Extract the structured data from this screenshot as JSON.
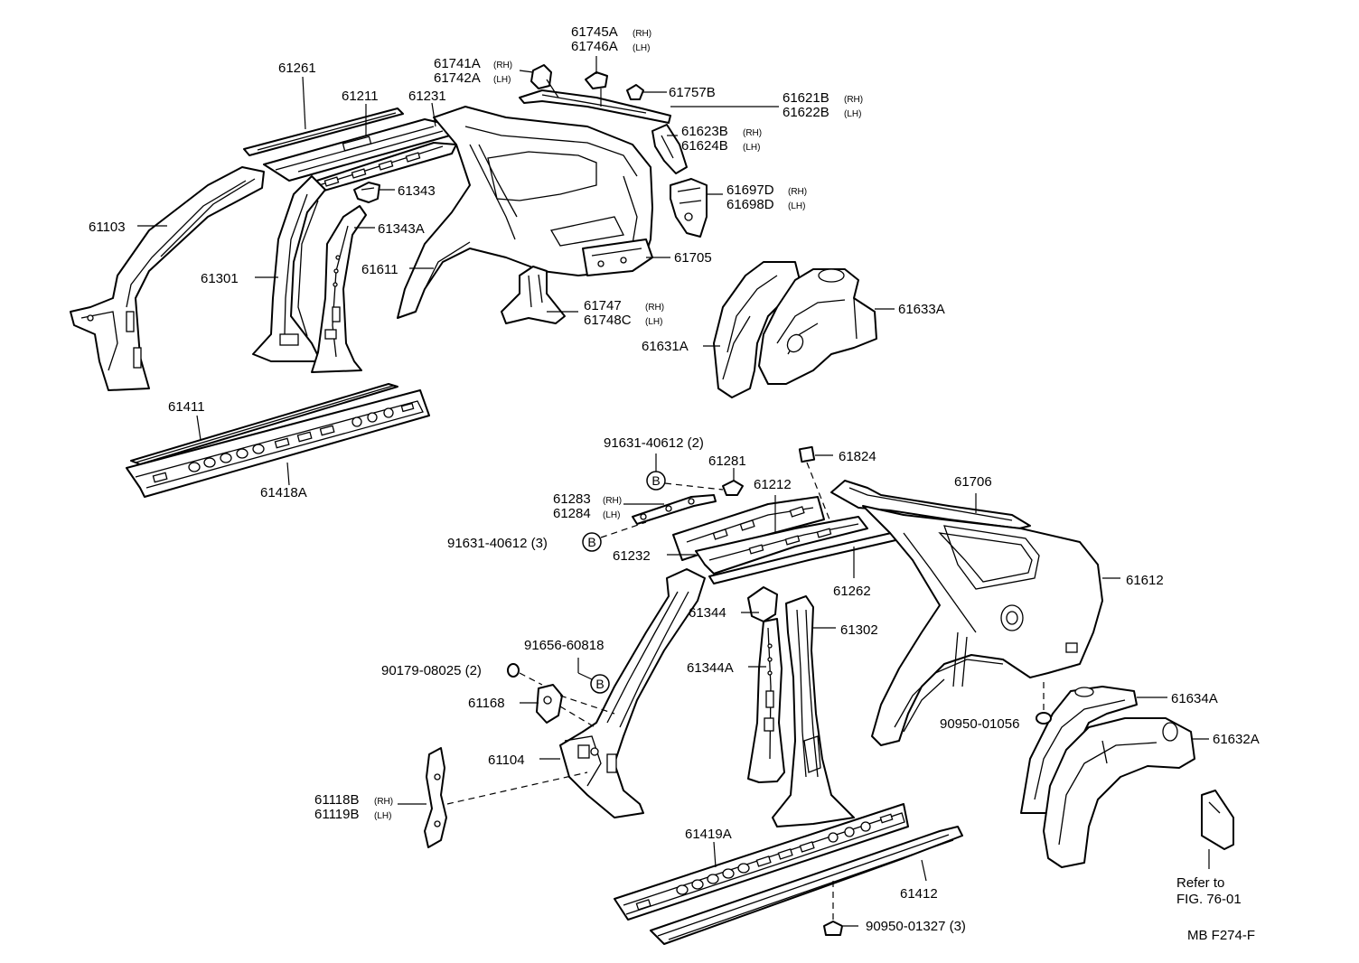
{
  "labels": {
    "p61261": "61261",
    "p61211": "61211",
    "p61231": "61231",
    "p61741A": "61741A",
    "p61742A": "61742A",
    "p61745A": "61745A",
    "p61746A": "61746A",
    "p61757B": "61757B",
    "p61621B": "61621B",
    "p61622B": "61622B",
    "p61623B": "61623B",
    "p61624B": "61624B",
    "p61697D": "61697D",
    "p61698D": "61698D",
    "p61103": "61103",
    "p61343": "61343",
    "p61343A": "61343A",
    "p61301": "61301",
    "p61611": "61611",
    "p61705": "61705",
    "p61747": "61747",
    "p61748C": "61748C",
    "p61633A": "61633A",
    "p61631A": "61631A",
    "p61411": "61411",
    "p61418A": "61418A",
    "b91631_2": "91631-40612 (2)",
    "p61281": "61281",
    "p61824": "61824",
    "p61212": "61212",
    "p61706": "61706",
    "p61283": "61283",
    "p61284": "61284",
    "b91631_3": "91631-40612 (3)",
    "p61232": "61232",
    "p61262": "61262",
    "p61612": "61612",
    "p61344": "61344",
    "p61302": "61302",
    "b91656": "91656-60818",
    "b90179": "90179-08025 (2)",
    "p61344A": "61344A",
    "p61168": "61168",
    "b90950_01056": "90950-01056",
    "p61634A": "61634A",
    "p61632A": "61632A",
    "p61104": "61104",
    "p61118B": "61118B",
    "p61119B": "61119B",
    "p61419A": "61419A",
    "p61412": "61412",
    "b90950_01327": "90950-01327 (3)",
    "refer1": "Refer to",
    "refer2": "FIG. 76-01",
    "code": "MB F274-F"
  },
  "sides": {
    "rh": "(RH)",
    "lh": "(LH)"
  },
  "callout": "B"
}
